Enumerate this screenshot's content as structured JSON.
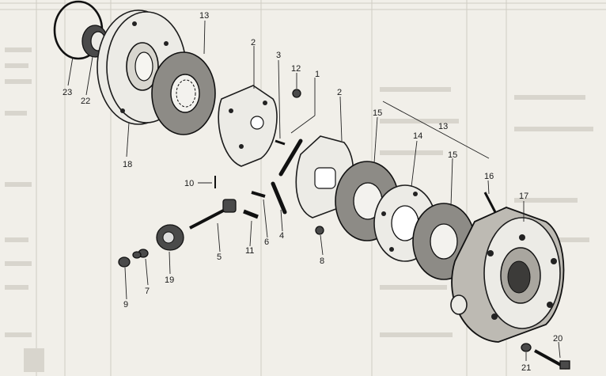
{
  "figure": {
    "parts": [
      {
        "no": "1",
        "label": "1"
      },
      {
        "no": "2",
        "label": "2"
      },
      {
        "no": "2b",
        "label": "2"
      },
      {
        "no": "3",
        "label": "3"
      },
      {
        "no": "4",
        "label": "4"
      },
      {
        "no": "5",
        "label": "5"
      },
      {
        "no": "6",
        "label": "6"
      },
      {
        "no": "7",
        "label": "7"
      },
      {
        "no": "8",
        "label": "8"
      },
      {
        "no": "9",
        "label": "9"
      },
      {
        "no": "10",
        "label": "10"
      },
      {
        "no": "11",
        "label": "11"
      },
      {
        "no": "12",
        "label": "12"
      },
      {
        "no": "13",
        "label": "13"
      },
      {
        "no": "13b",
        "label": "13"
      },
      {
        "no": "14",
        "label": "14"
      },
      {
        "no": "15",
        "label": "15"
      },
      {
        "no": "15b",
        "label": "15"
      },
      {
        "no": "16",
        "label": "16"
      },
      {
        "no": "17",
        "label": "17"
      },
      {
        "no": "18",
        "label": "18"
      },
      {
        "no": "19",
        "label": "19"
      },
      {
        "no": "20",
        "label": "20"
      },
      {
        "no": "21",
        "label": "21"
      },
      {
        "no": "22",
        "label": "22"
      },
      {
        "no": "23",
        "label": "23"
      }
    ]
  },
  "colors": {
    "paper": "#f1efe9",
    "ink": "#1c1c1c",
    "table_bleed": "#b9b6ae"
  }
}
